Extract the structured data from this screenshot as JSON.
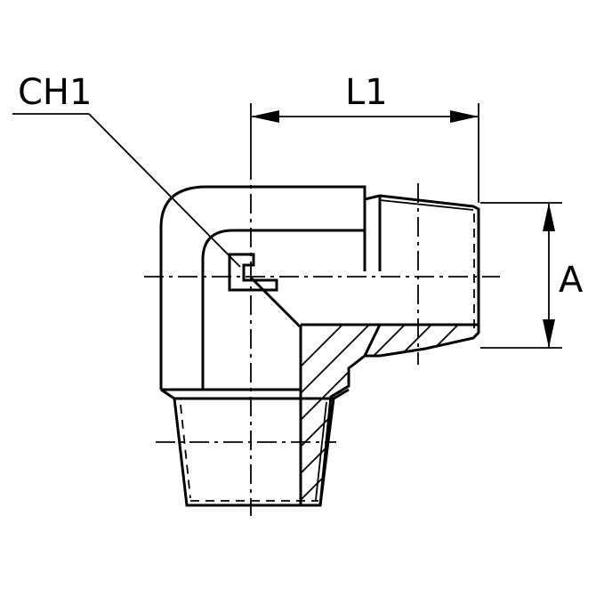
{
  "drawing": {
    "labels": {
      "ch1": "CH1",
      "l1": "L1",
      "a": "A"
    }
  }
}
